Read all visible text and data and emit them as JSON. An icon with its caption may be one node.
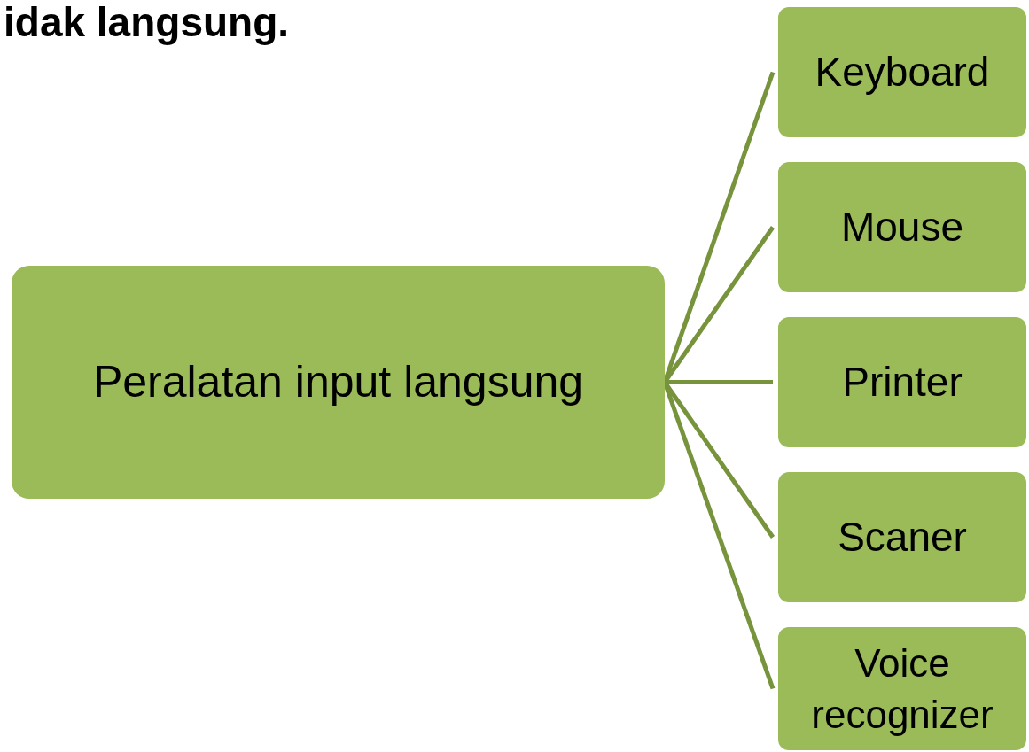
{
  "diagram": {
    "nodes": [
      {
        "text": [
          "Peralatan input langsung"
        ]
      },
      {
        "text": [
          "Keyboard"
        ]
      },
      {
        "text": [
          "Mouse"
        ]
      },
      {
        "text": [
          "Printer"
        ]
      },
      {
        "text": [
          "Scaner"
        ]
      },
      {
        "text": [
          "Voice recognizer"
        ]
      }
    ],
    "edges": [
      {
        "from": 0,
        "to": 1,
        "arrow": "none"
      },
      {
        "from": 0,
        "to": 2,
        "arrow": "none"
      },
      {
        "from": 0,
        "to": 3,
        "arrow": "none"
      },
      {
        "from": 0,
        "to": 4,
        "arrow": "none"
      },
      {
        "from": 0,
        "to": 5,
        "arrow": "none"
      }
    ],
    "labels": [
      "idak langsung."
    ]
  }
}
